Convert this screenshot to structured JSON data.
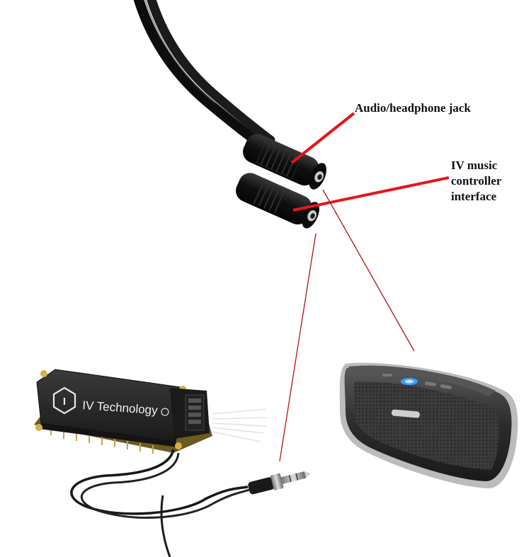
{
  "callouts": {
    "audio_jack": "Audio/headphone jack",
    "music_interface": "IV music\ncontroller\ninterface"
  },
  "board": {
    "brand_text": "IV Technology",
    "logo_letter": "I"
  },
  "colors": {
    "callout_line": "#e8141b",
    "cable": "#151515",
    "board": "#2a2a2a",
    "speaker_body": "#3a3a3a",
    "speaker_accent": "#3aa0ff"
  },
  "icons": [
    "headphone-jack-connector",
    "music-controller-board",
    "bluetooth-speaker",
    "audio-plug"
  ]
}
